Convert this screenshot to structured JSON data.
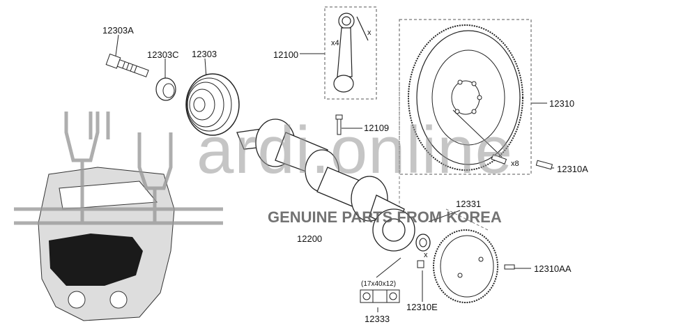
{
  "labels": {
    "p12303A": "12303A",
    "p12303C": "12303C",
    "p12303": "12303",
    "p12100": "12100",
    "x4": "x4",
    "x_rod": "x",
    "p12109": "12109",
    "p12310": "12310",
    "x8": "x8",
    "p12310A": "12310A",
    "p12331": "12331",
    "p12200": "12200",
    "p12310AA": "12310AA",
    "dims": "(17x40x12)",
    "p12333": "12333",
    "x_pin": "x",
    "p12310E": "12310E"
  },
  "watermark": {
    "site": "ardi.online",
    "tagline": "GENUINE PARTS FROM KOREA"
  },
  "colors": {
    "line": "#222222",
    "watermark": "#9a9a9a",
    "engine": "#444444"
  }
}
